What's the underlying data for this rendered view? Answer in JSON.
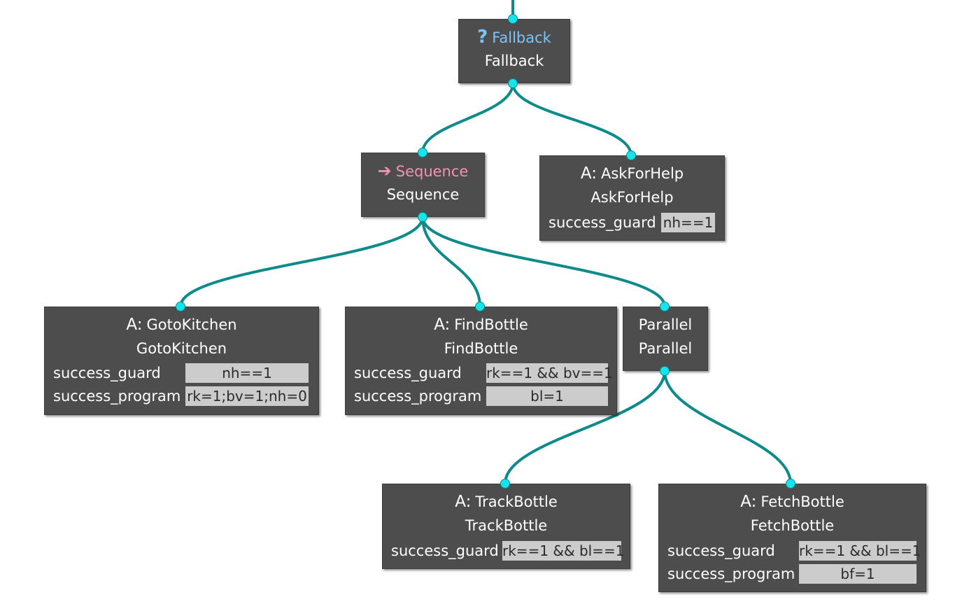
{
  "colors": {
    "edge": "#0d8a8a",
    "port": "#14e4ec",
    "node_bg": "#4d4d4d",
    "param_bg": "#cccccc",
    "fallback_accent": "#7cc4f7",
    "sequence_accent": "#f590b4"
  },
  "nodes": {
    "fallback": {
      "type_label": "Fallback",
      "name": "Fallback",
      "icon": "question-mark-icon"
    },
    "sequence": {
      "type_label": "Sequence",
      "name": "Sequence",
      "icon": "arrow-right-icon"
    },
    "askforhelp": {
      "prefix": "A:",
      "type_label": "AskForHelp",
      "name": "AskForHelp",
      "params": [
        {
          "key": "success_guard",
          "value": "nh==1"
        }
      ]
    },
    "gotokitchen": {
      "prefix": "A:",
      "type_label": "GotoKitchen",
      "name": "GotoKitchen",
      "params": [
        {
          "key": "success_guard",
          "value": "nh==1"
        },
        {
          "key": "success_program",
          "value": "rk=1;bv=1;nh=0"
        }
      ]
    },
    "findbottle": {
      "prefix": "A:",
      "type_label": "FindBottle",
      "name": "FindBottle",
      "params": [
        {
          "key": "success_guard",
          "value": "rk==1 && bv==1"
        },
        {
          "key": "success_program",
          "value": "bl=1"
        }
      ]
    },
    "parallel": {
      "type_label": "Parallel",
      "name": "Parallel"
    },
    "trackbottle": {
      "prefix": "A:",
      "type_label": "TrackBottle",
      "name": "TrackBottle",
      "params": [
        {
          "key": "success_guard",
          "value": "rk==1 && bl==1"
        }
      ]
    },
    "fetchbottle": {
      "prefix": "A:",
      "type_label": "FetchBottle",
      "name": "FetchBottle",
      "params": [
        {
          "key": "success_guard",
          "value": "rk==1 && bl==1"
        },
        {
          "key": "success_program",
          "value": "bf=1"
        }
      ]
    }
  }
}
